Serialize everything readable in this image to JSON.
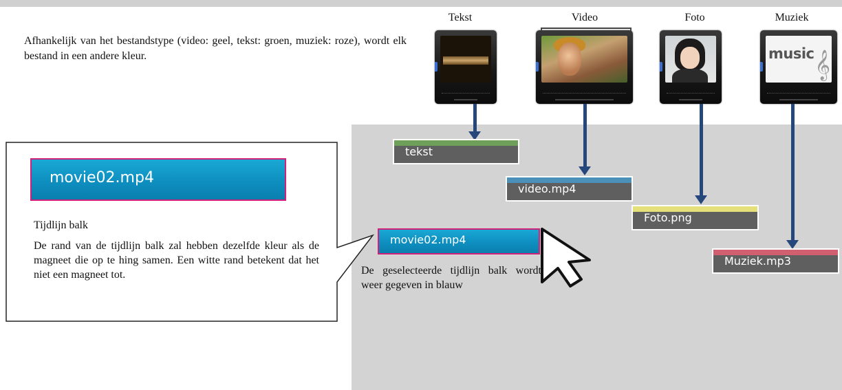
{
  "intro_text": "Afhankelijk van het bestandstype (video: geel, tekst: groen, muziek: roze), wordt elk bestand in een andere kleur.",
  "columns": [
    {
      "label": "Tekst",
      "thumbnail_icon": "text-thumbnail-icon"
    },
    {
      "label": "Video",
      "thumbnail_icon": "video-thumbnail-icon"
    },
    {
      "label": "Foto",
      "thumbnail_icon": "photo-thumbnail-icon"
    },
    {
      "label": "Muziek",
      "thumbnail_icon": "music-thumbnail-icon",
      "thumbnail_text": "music"
    }
  ],
  "timeline_bars": [
    {
      "label": "tekst",
      "color": "#6ea05a"
    },
    {
      "label": "video.mp4",
      "color": "#4a90b8"
    },
    {
      "label": "Foto.png",
      "color": "#e6e07a"
    },
    {
      "label": "Muziek.mp3",
      "color": "#d06070"
    }
  ],
  "callout": {
    "bar_label": "movie02.mp4",
    "title": "Tijdlijn balk",
    "body": "De rand van de tijdlijn balk zal hebben dezelfde kleur als de magneet die op te hing samen. Een witte rand betekent dat het niet een magneet tot."
  },
  "selected_bar": {
    "label": "movie02.mp4",
    "caption": "De geselecteerde tijdlijn balk wordt weer gegeven in blauw",
    "fill_color": "#1aa8d4",
    "border_color": "#d41f78"
  },
  "colors": {
    "arrow": "#25477b",
    "background_panel": "#d3d3d3"
  }
}
